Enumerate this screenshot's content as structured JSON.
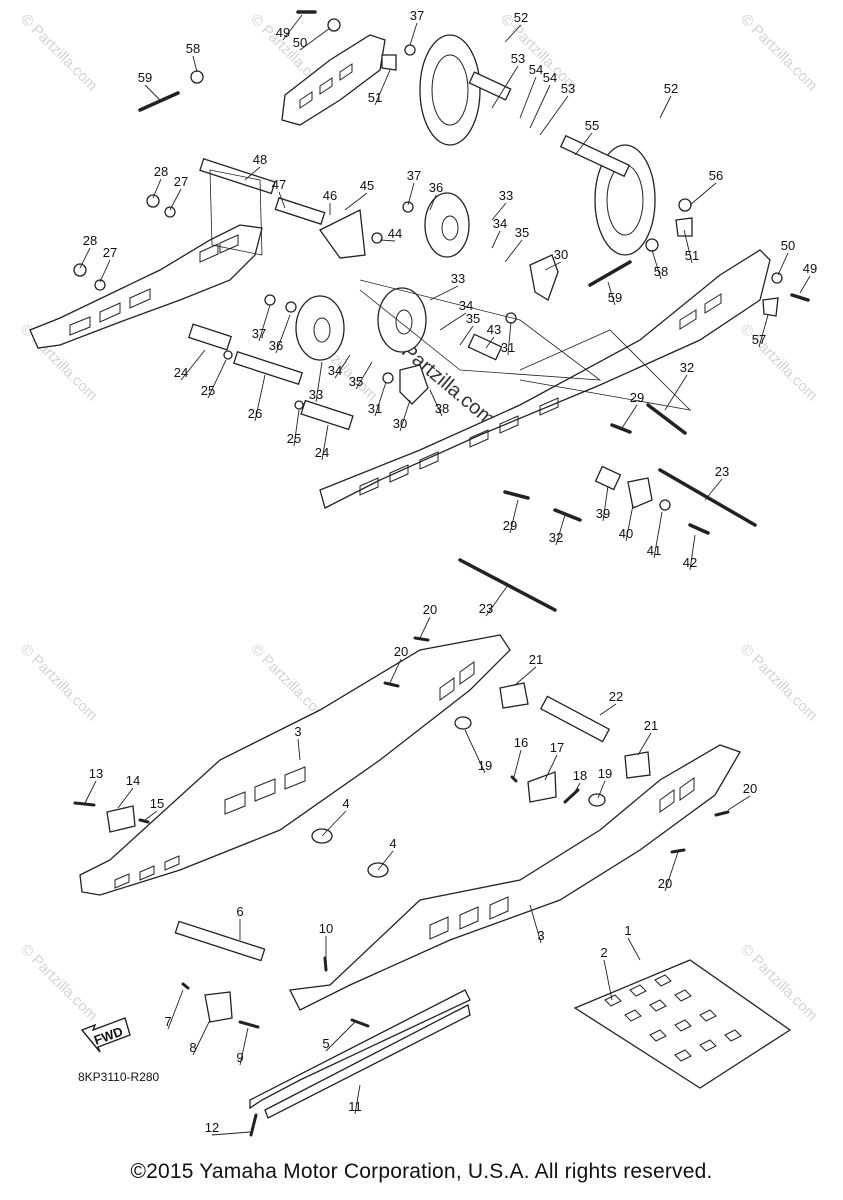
{
  "diagram": {
    "watermark": "© Partzilla.com",
    "drawing_code": "8KP3110-R280",
    "fwd_label": "FWD",
    "copyright": "©2015 Yamaha Motor Corporation, U.S.A. All rights reserved.",
    "callouts": [
      "1",
      "2",
      "3",
      "4",
      "5",
      "6",
      "7",
      "8",
      "9",
      "10",
      "11",
      "12",
      "13",
      "14",
      "15",
      "16",
      "17",
      "18",
      "19",
      "20",
      "21",
      "22",
      "23",
      "24",
      "25",
      "26",
      "27",
      "28",
      "29",
      "30",
      "31",
      "32",
      "33",
      "34",
      "35",
      "36",
      "37",
      "38",
      "39",
      "40",
      "41",
      "42",
      "43",
      "44",
      "45",
      "46",
      "47",
      "48",
      "49",
      "50",
      "51",
      "52",
      "53",
      "54",
      "55",
      "56",
      "57",
      "58",
      "59"
    ]
  }
}
